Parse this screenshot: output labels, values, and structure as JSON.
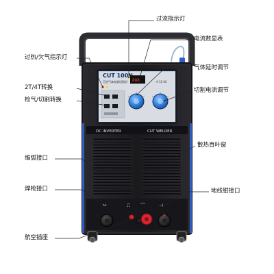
{
  "product": {
    "model": "CUT 100N",
    "subtitle": "可逆气体电弧切割机",
    "brand_left": "DC INVERTER",
    "brand_right": "CUT WELDER",
    "panel_tag": "A 12·00"
  },
  "callouts": {
    "overcurrent_lamp": "过流指示灯",
    "current_meter": "电流数显表",
    "overheat_lamp": "过热/欠气指示灯",
    "gas_delay": "气体延时调节",
    "mode_2t4t": "2T/4T转换",
    "cut_current": "切割电流调节",
    "gas_check": "检气/切割转换",
    "vent": "散热百叶窗",
    "pilot_arc": "维弧接口",
    "torch_port": "焊枪接口",
    "ground_port": "地线钳接口",
    "aviation_socket": "航空插座"
  },
  "colors": {
    "body": "#1c1c1f",
    "frame": "#2b2b30",
    "accent_blue": "#2f5fc4",
    "knob": "#3a8ee6",
    "red_port": "#d8262f"
  }
}
